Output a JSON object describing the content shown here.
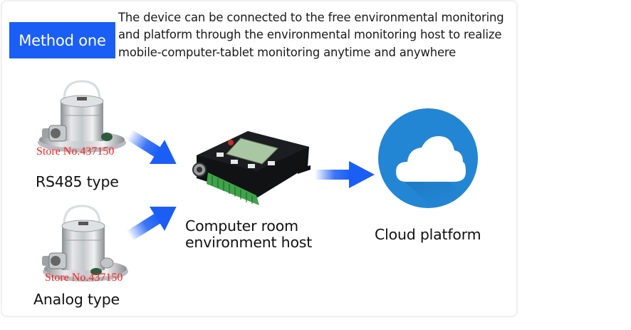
{
  "header": {
    "badge_label": "Method one",
    "description": "The device can be connected to the free environmental monitoring and platform through the environmental monitoring host to realize mobile-computer-tablet monitoring anytime and anywhere"
  },
  "diagram": {
    "nodes": [
      {
        "id": "rs485-sensor",
        "label": "RS485 type",
        "icon": "sensor-icon",
        "watermark": "Store No.437150"
      },
      {
        "id": "analog-sensor",
        "label": "Analog type",
        "icon": "sensor-icon",
        "watermark": "Store No.437150"
      },
      {
        "id": "host",
        "label_line1": "Computer room",
        "label_line2": "environment host",
        "icon": "controller-device-icon"
      },
      {
        "id": "cloud",
        "label": "Cloud platform",
        "icon": "cloud-icon"
      }
    ],
    "edges": [
      {
        "from": "rs485-sensor",
        "to": "host"
      },
      {
        "from": "analog-sensor",
        "to": "host"
      },
      {
        "from": "host",
        "to": "cloud"
      }
    ]
  },
  "colors": {
    "badge": "#1a5ef5",
    "arrow": "#1a5ef5",
    "cloud_circle": "#2386d4",
    "watermark": "#ff1e1e"
  }
}
